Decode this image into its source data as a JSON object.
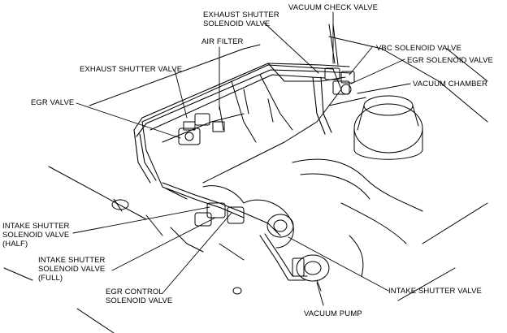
{
  "diagram": {
    "callouts": {
      "exhaust_shutter_solenoid_valve": "EXHAUST SHUTTER\nSOLENOID VALVE",
      "vacuum_check_valve": "VACUUM CHECK VALVE",
      "air_filter": "AIR FILTER",
      "vbc_solenoid_valve": "VBC SOLENOID VALVE",
      "egr_solenoid_valve": "EGR SOLENOID VALVE",
      "exhaust_shutter_valve": "EXHAUST SHUTTER VALVE",
      "vacuum_chamber": "VACUUM CHAMBER",
      "egr_valve": "EGR VALVE",
      "intake_shutter_solenoid_valve_half": "INTAKE SHUTTER\nSOLENOID VALVE\n(HALF)",
      "intake_shutter_solenoid_valve_full": "INTAKE SHUTTER\nSOLENOID VALVE\n(FULL)",
      "egr_control_solenoid_valve": "EGR CONTROL\nSOLENOID VALVE",
      "intake_shutter_valve": "INTAKE SHUTTER VALVE",
      "vacuum_pump": "VACUUM PUMP"
    }
  }
}
